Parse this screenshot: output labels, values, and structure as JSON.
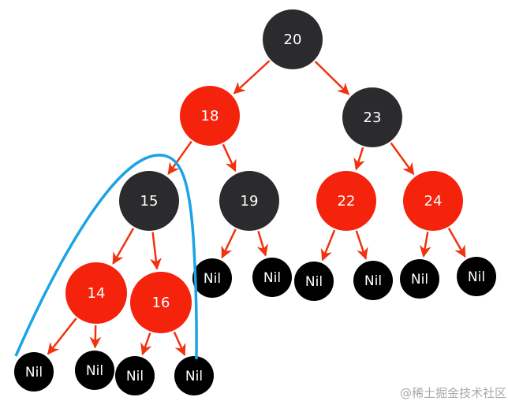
{
  "colors": {
    "black_node": "#2b2b2d",
    "nil_node": "#000000",
    "red_node": "#f5220c",
    "edge": "#f0320f",
    "highlight": "#1aa3e6",
    "node_text": "#ffffff"
  },
  "tree": {
    "nodes": [
      {
        "id": "n20",
        "label": "20",
        "color": "black"
      },
      {
        "id": "n18",
        "label": "18",
        "color": "red"
      },
      {
        "id": "n23",
        "label": "23",
        "color": "black"
      },
      {
        "id": "n15",
        "label": "15",
        "color": "black"
      },
      {
        "id": "n19",
        "label": "19",
        "color": "black"
      },
      {
        "id": "n22",
        "label": "22",
        "color": "red"
      },
      {
        "id": "n24",
        "label": "24",
        "color": "red"
      },
      {
        "id": "n14",
        "label": "14",
        "color": "red"
      },
      {
        "id": "n16",
        "label": "16",
        "color": "red"
      },
      {
        "id": "nil1",
        "label": "Nil",
        "color": "nil"
      },
      {
        "id": "nil2",
        "label": "Nil",
        "color": "nil"
      },
      {
        "id": "nil3",
        "label": "Nil",
        "color": "nil"
      },
      {
        "id": "nil4",
        "label": "Nil",
        "color": "nil"
      },
      {
        "id": "nil5",
        "label": "Nil",
        "color": "nil"
      },
      {
        "id": "nil6",
        "label": "Nil",
        "color": "nil"
      },
      {
        "id": "nil7",
        "label": "Nil",
        "color": "nil"
      },
      {
        "id": "nil8",
        "label": "Nil",
        "color": "nil"
      },
      {
        "id": "nil9",
        "label": "Nil",
        "color": "nil"
      },
      {
        "id": "nil10",
        "label": "Nil",
        "color": "nil"
      }
    ],
    "edges": [
      [
        "n20",
        "n18"
      ],
      [
        "n20",
        "n23"
      ],
      [
        "n18",
        "n15"
      ],
      [
        "n18",
        "n19"
      ],
      [
        "n23",
        "n22"
      ],
      [
        "n23",
        "n24"
      ],
      [
        "n15",
        "n14"
      ],
      [
        "n15",
        "n16"
      ],
      [
        "n19",
        "nil1"
      ],
      [
        "n19",
        "nil2"
      ],
      [
        "n22",
        "nil3"
      ],
      [
        "n22",
        "nil4"
      ],
      [
        "n24",
        "nil5"
      ],
      [
        "n24",
        "nil6"
      ],
      [
        "n14",
        "nil7"
      ],
      [
        "n14",
        "nil8"
      ],
      [
        "n16",
        "nil9"
      ],
      [
        "n16",
        "nil10"
      ]
    ],
    "highlighted_subtree": "n15"
  },
  "watermark": "@稀土掘金技术社区"
}
